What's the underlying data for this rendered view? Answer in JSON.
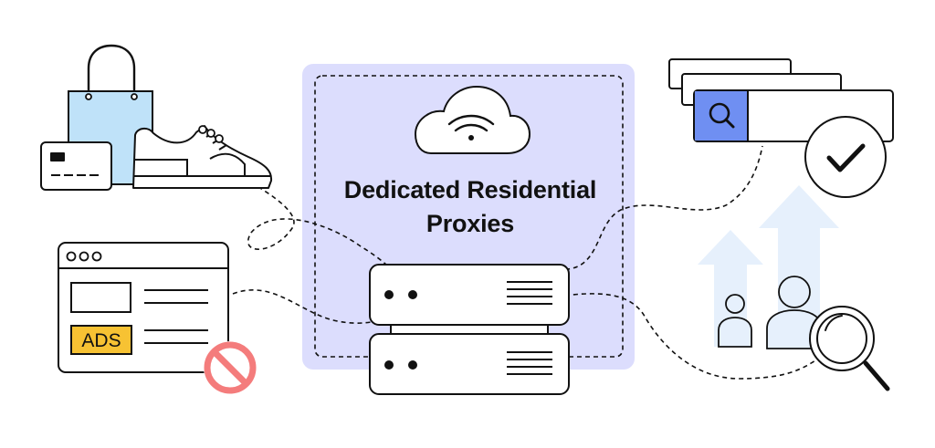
{
  "title_line_1": "Dedicated Residential",
  "title_line_2": "Proxies",
  "ads_label": "ADS",
  "icons": [
    "shopping-bag-icon",
    "credit-card-icon",
    "sneaker-icon",
    "cloud-wifi-icon",
    "server-icon",
    "browser-window-icon",
    "prohibited-icon",
    "search-bar-icon",
    "checkmark-icon",
    "users-icon",
    "magnifier-icon",
    "arrow-up-icon"
  ],
  "colors": {
    "panel": "#DCDDFD",
    "search_accent": "#6F8FF2",
    "bag": "#BFE2F9",
    "ads_badge": "#F7C233",
    "prohibited": "#F47C7C",
    "arrows": "#E6F0FC",
    "stroke": "#111111"
  }
}
